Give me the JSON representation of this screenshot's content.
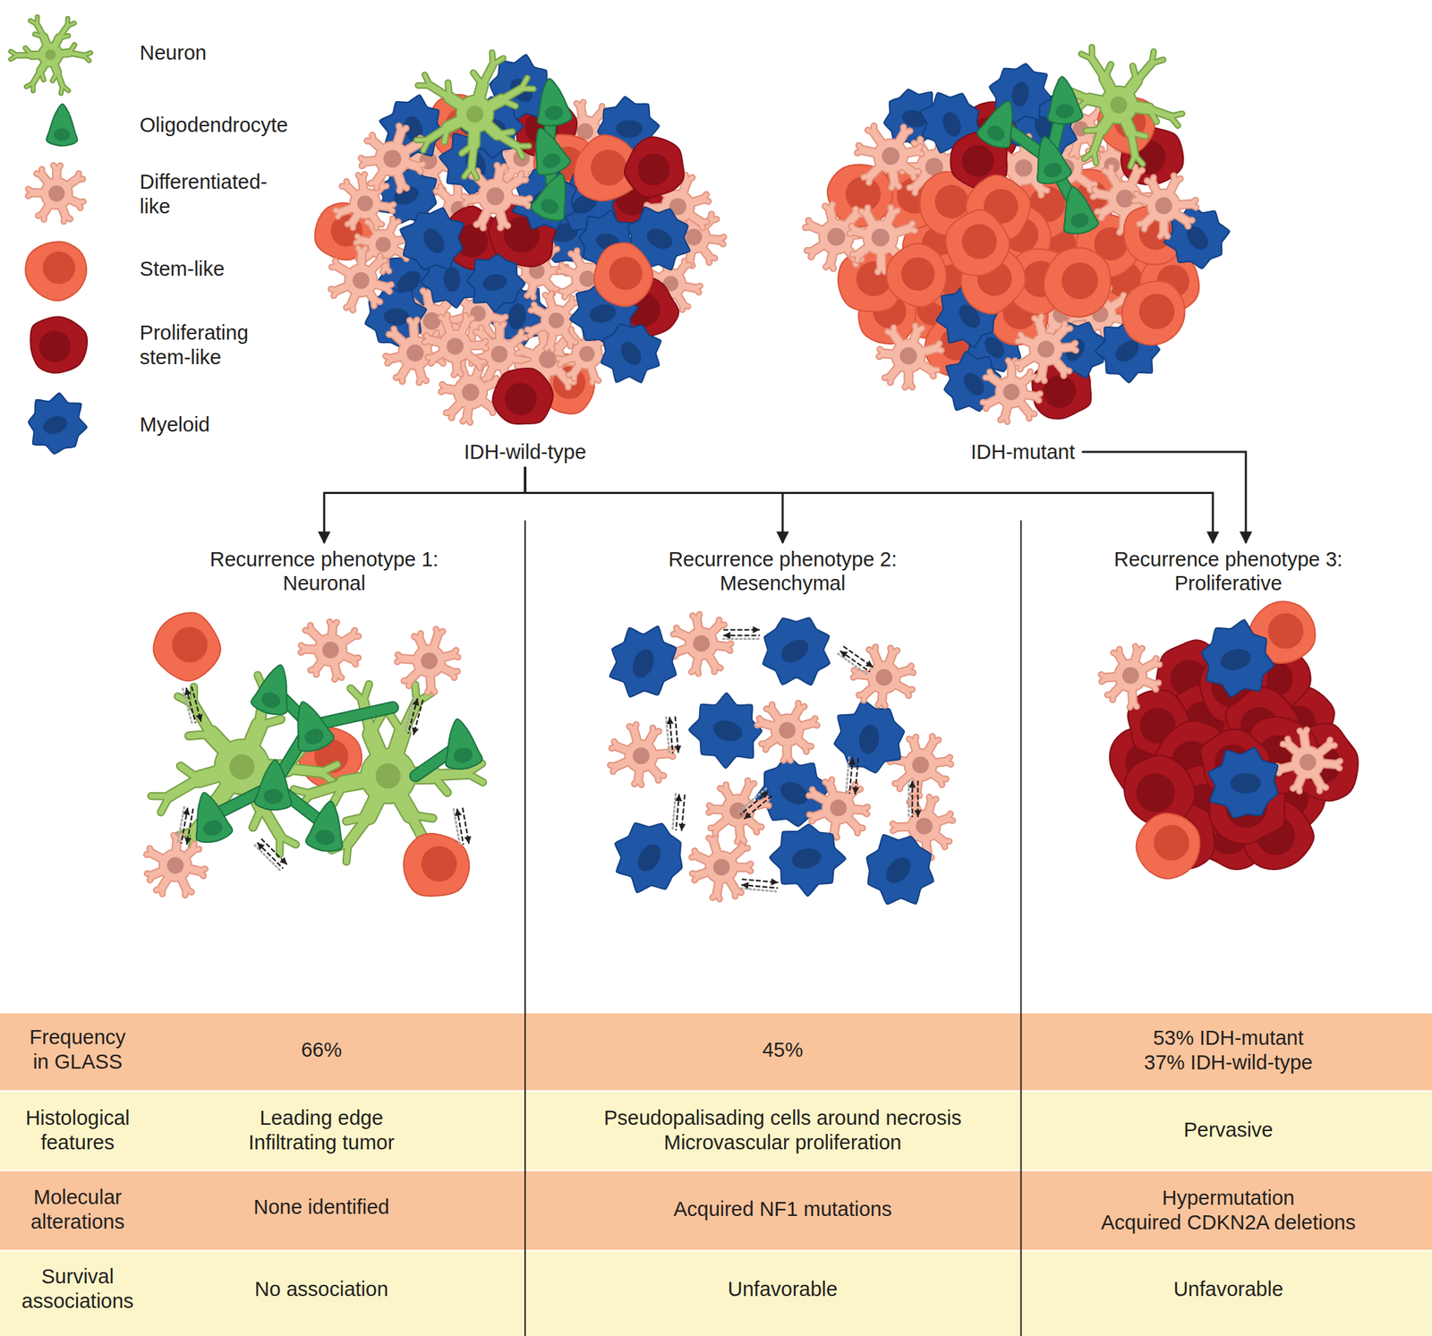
{
  "diagram": {
    "nodes": [
      {
        "text": [
          "IDH-wild-type"
        ]
      },
      {
        "text": [
          "IDH-mutant"
        ]
      },
      {
        "text": [
          "Recurrence phenotype 1: Neuronal"
        ]
      },
      {
        "text": [
          "Recurrence phenotype 2: Mesenchymal"
        ]
      },
      {
        "text": [
          "Recurrence phenotype 3: Proliferative"
        ]
      }
    ],
    "edges": [
      {
        "from": 0,
        "to": 2,
        "arrow": "to"
      },
      {
        "from": 0,
        "to": 3,
        "arrow": "to"
      },
      {
        "from": 0,
        "to": 4,
        "arrow": "to"
      },
      {
        "from": 1,
        "to": 4,
        "arrow": "to"
      }
    ],
    "labels": [
      "Frequency in GLASS",
      "66%",
      "45%",
      "53% IDH-mutant",
      "37% IDH-wild-type",
      "Histological features",
      "Leading edge",
      "Infiltrating tumor",
      "Pseudopalisading cells around necrosis",
      "Microvascular proliferation",
      "Pervasive",
      "Molecular alterations",
      "None identified",
      "Acquired NF1 mutations",
      "Hypermutation",
      "Acquired CDKN2A deletions",
      "Survival associations",
      "No association",
      "Unfavorable",
      "Unfavorable"
    ],
    "legend": [
      {
        "text": "Neuron"
      },
      {
        "text": "Oligodendrocyte"
      },
      {
        "text": "Differentiated-like"
      },
      {
        "text": "Stem-like"
      },
      {
        "text": "Proliferating stem-like"
      },
      {
        "text": "Myeloid"
      }
    ]
  }
}
